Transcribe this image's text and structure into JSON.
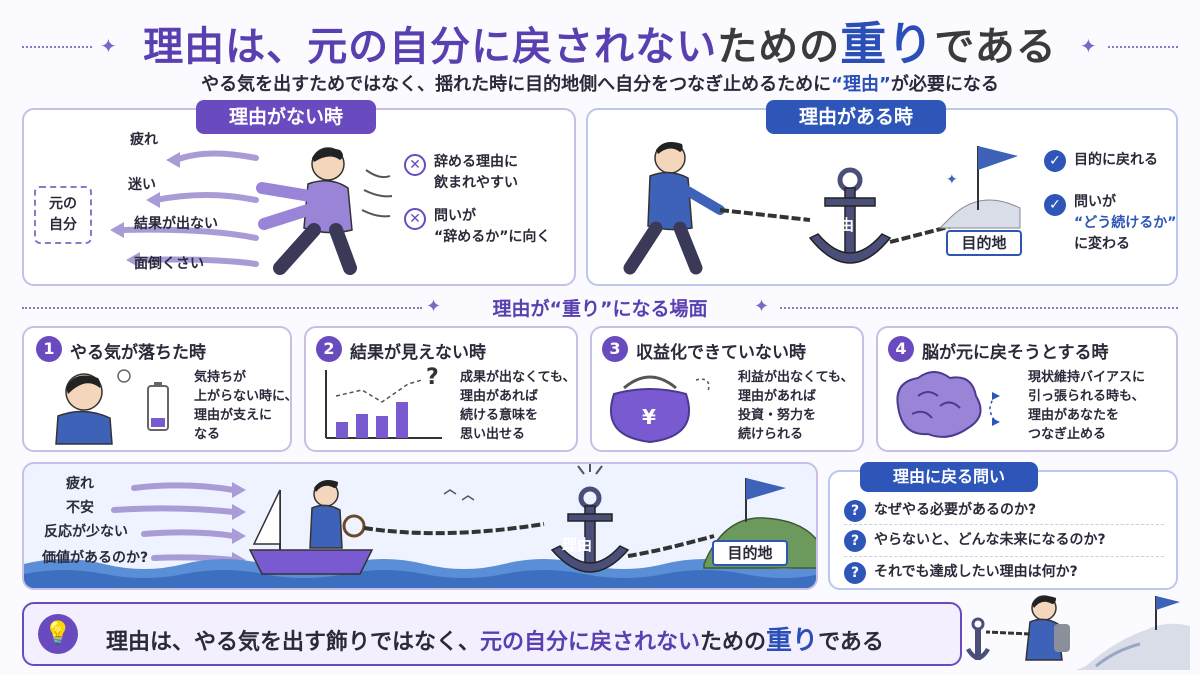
{
  "header": {
    "title_part1": "理由は、",
    "title_part2": "元の自分に戻されない",
    "title_part3": "ための",
    "title_part4": "重り",
    "title_part5": "である",
    "subtitle_part1": "やる気を出すためではなく、揺れた時に目的地側へ自分をつなぎ止めるために",
    "subtitle_highlight": "“理由”",
    "subtitle_part2": "が必要になる"
  },
  "without_reason": {
    "heading": "理由がない時",
    "self_label_line1": "元の",
    "self_label_line2": "自分",
    "forces": [
      "疲れ",
      "迷い",
      "結果が出ない",
      "面倒くさい"
    ],
    "points": [
      {
        "line1": "辞める理由に",
        "line2": "飲まれやすい"
      },
      {
        "line1": "問いが",
        "line2": "“辞めるか”に向く"
      }
    ]
  },
  "with_reason": {
    "heading": "理由がある時",
    "anchor_label": "理由",
    "goal_label": "目的地",
    "points": [
      {
        "line1": "目的に戻れる",
        "line2": "",
        "line3": ""
      },
      {
        "line1": "問いが",
        "line2": "“どう続けるか”",
        "line3": "に変わる"
      }
    ]
  },
  "scenes": {
    "heading": "理由が“重り”になる場面",
    "cards": [
      {
        "num": "1",
        "title": "やる気が落ちた時",
        "lines": [
          "気持ちが",
          "上がらない時に、",
          "理由が支えに",
          "なる"
        ]
      },
      {
        "num": "2",
        "title": "結果が見えない時",
        "lines": [
          "成果が出なくても、",
          "理由があれば",
          "続ける意味を",
          "思い出せる"
        ]
      },
      {
        "num": "3",
        "title": "収益化できていない時",
        "lines": [
          "利益が出なくても、",
          "理由があれば",
          "投資・努力を",
          "続けられる"
        ]
      },
      {
        "num": "4",
        "title": "脳が元に戻そうとする時",
        "lines": [
          "現状維持バイアスに",
          "引っ張られる時も、",
          "理由があなたを",
          "つなぎ止める"
        ]
      }
    ]
  },
  "boat_scene": {
    "forces": [
      "疲れ",
      "不安",
      "反応が少ない",
      "価値があるのか?"
    ],
    "anchor_label": "理由",
    "goal_label": "目的地"
  },
  "questions": {
    "heading": "理由に戻る問い",
    "items": [
      "なぜやる必要があるのか?",
      "やらないと、どんな未来になるのか?",
      "それでも達成したい理由は何か?"
    ]
  },
  "conclusion": {
    "part1": "理由は、やる気を出す飾りではなく、",
    "part2": "元の自分に戻されない",
    "part3": "ための",
    "part4": "重り",
    "part5": "である"
  },
  "colors": {
    "purple": "#6a4bbf",
    "blue": "#2d56b8",
    "title_purple": "#5a3fb0"
  }
}
